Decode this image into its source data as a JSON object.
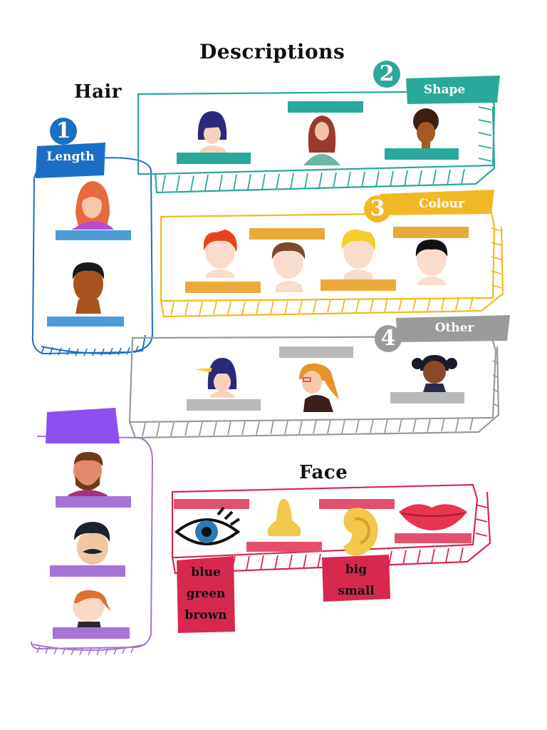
{
  "title": "Descriptions",
  "hair": {
    "heading": "Hair",
    "length": {
      "number": "1",
      "label": "Length"
    },
    "shape": {
      "number": "2",
      "label": "Shape"
    },
    "colour": {
      "number": "3",
      "label": "Colour"
    },
    "other": {
      "number": "4",
      "label": "Other"
    }
  },
  "face": {
    "heading": "Face",
    "eye_words": [
      "blue",
      "green",
      "brown"
    ],
    "ear_words": [
      "big",
      "small"
    ]
  },
  "colors": {
    "length": "#1a6fc4",
    "length_bar": "#4b9bd6",
    "shape": "#2aa89a",
    "colour": "#f2b824",
    "colour_bar": "#e9a93b",
    "other": "#9a9a9a",
    "other_bar": "#b9b9b9",
    "purple": "#8b4ff0",
    "purple_bar": "#a474d6",
    "face": "#d7284f",
    "face_bar": "#e3506e"
  }
}
